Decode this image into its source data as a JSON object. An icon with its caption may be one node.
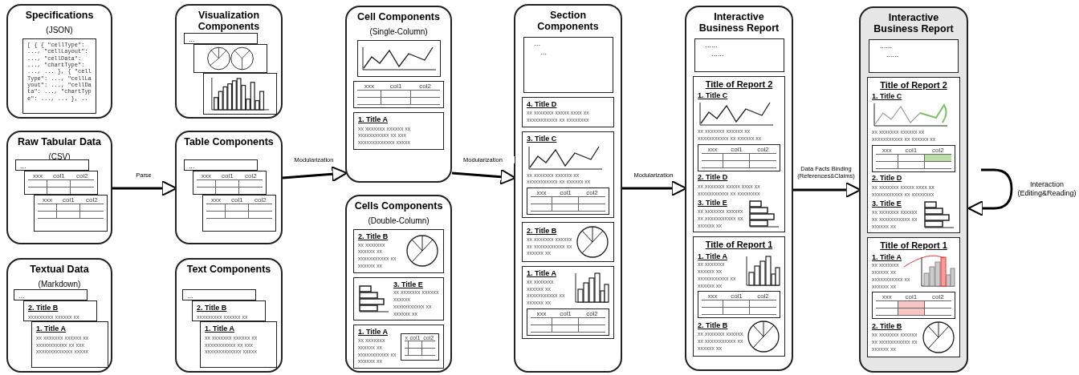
{
  "diagram": {
    "nodes": [
      {
        "text": [
          "Specifications",
          "(JSON)"
        ]
      },
      {
        "text": [
          "[ { { \"cellType\": ..., \"cellLayout\": ..., \"cellData\": ..., \"chartType\": ..., ... }, { \"cellType\": ..., \"cellLayout\": ..., \"cellData\": ..., \"chartType\": ..., ... }, .."
        ],
        "in": 0
      },
      {
        "text": [
          "Raw Tabular Data",
          "(CSV)"
        ]
      },
      {
        "text": [
          "..."
        ],
        "in": 2
      },
      {
        "text": [
          "xxx",
          "col1",
          "col2"
        ],
        "in": 2
      },
      {
        "text": [
          "xxx",
          "col1",
          "col2"
        ],
        "in": 2
      },
      {
        "text": [
          "Textual Data",
          "(Markdown)"
        ]
      },
      {
        "text": [
          "..."
        ],
        "in": 6
      },
      {
        "text": [
          "2. Title B",
          "xxxxxxxxx xxxxxx xx"
        ],
        "in": 6
      },
      {
        "text": [
          "1. Title A",
          "xx xxxxxxx xxxxxx xx xxxxxxxxxxx xx xxx xxxxxxxxxxxxx xxxxx"
        ],
        "in": 6
      },
      {
        "text": [
          "Visualization Components"
        ]
      },
      {
        "text": [
          "..."
        ],
        "in": 10
      },
      {
        "text": [],
        "shape": "box",
        "in": 10
      },
      {
        "text": [],
        "shape": "box",
        "in": 10
      },
      {
        "text": [
          "Table Components"
        ]
      },
      {
        "text": [
          "..."
        ],
        "in": 14
      },
      {
        "text": [
          "xxx",
          "col1",
          "col2"
        ],
        "in": 14
      },
      {
        "text": [
          "xxx",
          "col1",
          "col2"
        ],
        "in": 14
      },
      {
        "text": [
          "Text Components"
        ]
      },
      {
        "text": [
          "..."
        ],
        "in": 18
      },
      {
        "text": [
          "2. Title B",
          "xxxxxxxxx xxxxxx xx"
        ],
        "in": 18
      },
      {
        "text": [
          "1. Title A",
          "xx xxxxxxx xxxxxx xx xxxxxxxxxxx xx xxx xxxxxxxxxxxxx xxxxx"
        ],
        "in": 18
      },
      {
        "text": [
          "Cell Components",
          "(Single-Column)"
        ]
      },
      {
        "text": [],
        "shape": "box",
        "in": 22
      },
      {
        "text": [
          "xxx",
          "col1",
          "col2"
        ],
        "in": 22
      },
      {
        "text": [
          "1. Title A",
          "xx xxxxxxx xxxxxx xx xxxxxxxxxxx xx xxx xxxxxxxxxxxxx xxxxx"
        ],
        "in": 22
      },
      {
        "text": [
          "Cells Components",
          "(Double-Column)"
        ]
      },
      {
        "text": [
          "2. Title B",
          "xx xxxxxxx xxxxxx xx xxxxxxxxxxx xx xxxxxx xx"
        ],
        "in": 26
      },
      {
        "text": [
          "3. Title E",
          "xx xxxxxxx xxxxxx xxxxxx xxxxxxxxxxx xx xxxxxx xx"
        ],
        "in": 26
      },
      {
        "text": [
          "1. Title A",
          "xx xxxxxxx xxxxxx xx xxxxxxxxxxx xx xxxxxx xx"
        ],
        "in": 26
      },
      {
        "text": [
          "x",
          "col1",
          "col2"
        ],
        "in": 29
      },
      {
        "text": [
          "Section Components"
        ]
      },
      {
        "text": [
          "...",
          "..."
        ],
        "in": 31
      },
      {
        "text": [
          "4. Title D",
          "xx xxxxxxx xxxxx xxxx xx xxxxxxxxxxx xx xxxxxxxx"
        ],
        "in": 31
      },
      {
        "text": [
          "3. Title C",
          "xx xxxxxxx xxxxxx xx xxxxxxxxxxx xx xxxxxx xx"
        ],
        "in": 31
      },
      {
        "text": [
          "xxx",
          "col1",
          "col2"
        ],
        "in": 34
      },
      {
        "text": [
          "2. Title B",
          "xx xxxxxxx xxxxxx xx xxxxxxxxxxx xx xxxxxx xx"
        ],
        "in": 31
      },
      {
        "text": [
          "1. Title A",
          "xx xxxxxxx xxxxxx xx xxxxxxxxxxx xx xxxxxx xx"
        ],
        "in": 31
      },
      {
        "text": [
          "xxx",
          "col1",
          "col2"
        ],
        "in": 37
      },
      {
        "text": [
          "Interactive Business Report"
        ]
      },
      {
        "text": [
          "......",
          "......"
        ],
        "in": 39
      },
      {
        "text": [
          "Title of Report 2",
          "1. Title C",
          "xx xxxxxxx xxxxxx xx xxxxxxxxxxx xx xxxxxx xx",
          "2. Title D",
          "xx xxxxxxx xxxxx xxxx xx xxxxxxxxxxx xx xxxxxxxx",
          "3. Title E",
          "xx xxxxxxx xxxxxx xx xxxxxxxxxxx xx xxxxxx xx"
        ],
        "in": 39
      },
      {
        "text": [
          "xxx",
          "col1",
          "col2"
        ],
        "in": 41
      },
      {
        "text": [
          "Title of Report 1",
          "1. Title A",
          "xx xxxxxxx xxxxxx xx xxxxxxxxxxx xx xxxxxx xx",
          "2. Title B",
          "xx xxxxxxx xxxxxx xx xxxxxxxxxxx xx xxxxxx xx"
        ],
        "in": 39
      },
      {
        "text": [
          "xxx",
          "col1",
          "col2"
        ],
        "in": 43
      },
      {
        "text": [
          "Interactive Business Report"
        ]
      },
      {
        "text": [
          "......",
          "......"
        ],
        "in": 45
      },
      {
        "text": [
          "Title of Report 2",
          "1. Title C",
          "xx xxxxxxx xxxxxx xx xxxxxxxxxxx xx xxxxxx xx",
          "2. Title D",
          "xx xxxxxxx xxxxx xxxx xx xxxxxxxxxxx xx xxxxxxxx",
          "3. Title E",
          "xx xxxxxxx xxxxxx xx xxxxxxxxxxx xx xxxxxx xx"
        ],
        "in": 45
      },
      {
        "text": [
          "xxx",
          "col1",
          "col2"
        ],
        "in": 47
      },
      {
        "text": [
          "Title of Report 1",
          "1. Title A",
          "xx xxxxxxx xxxxxx xx xxxxxxxxxxx xx xxxxxx xx",
          "2. Title B",
          "xx xxxxxxx xxxxxx xx xxxxxxxxxxx xx xxxxxx xx"
        ],
        "in": 45
      },
      {
        "text": [
          "xxx",
          "col1",
          "col2"
        ],
        "in": 49
      }
    ],
    "edges": [
      {
        "from": 2,
        "to": 14,
        "arrow": "to",
        "label": "Parse"
      },
      {
        "from": 14,
        "to": 22,
        "arrow": "to",
        "label": "Modularization"
      },
      {
        "from": 22,
        "to": 31,
        "arrow": "to",
        "label": "Modularization"
      },
      {
        "from": 31,
        "to": 39,
        "arrow": "to",
        "label": "Modularization"
      },
      {
        "from": 39,
        "to": 45,
        "arrow": "to",
        "label": "Data Facts Binding (References&Claims)"
      },
      {
        "from": null,
        "to": 45,
        "arrow": "to",
        "label": "Interaction (Editing&Reading)"
      }
    ]
  }
}
